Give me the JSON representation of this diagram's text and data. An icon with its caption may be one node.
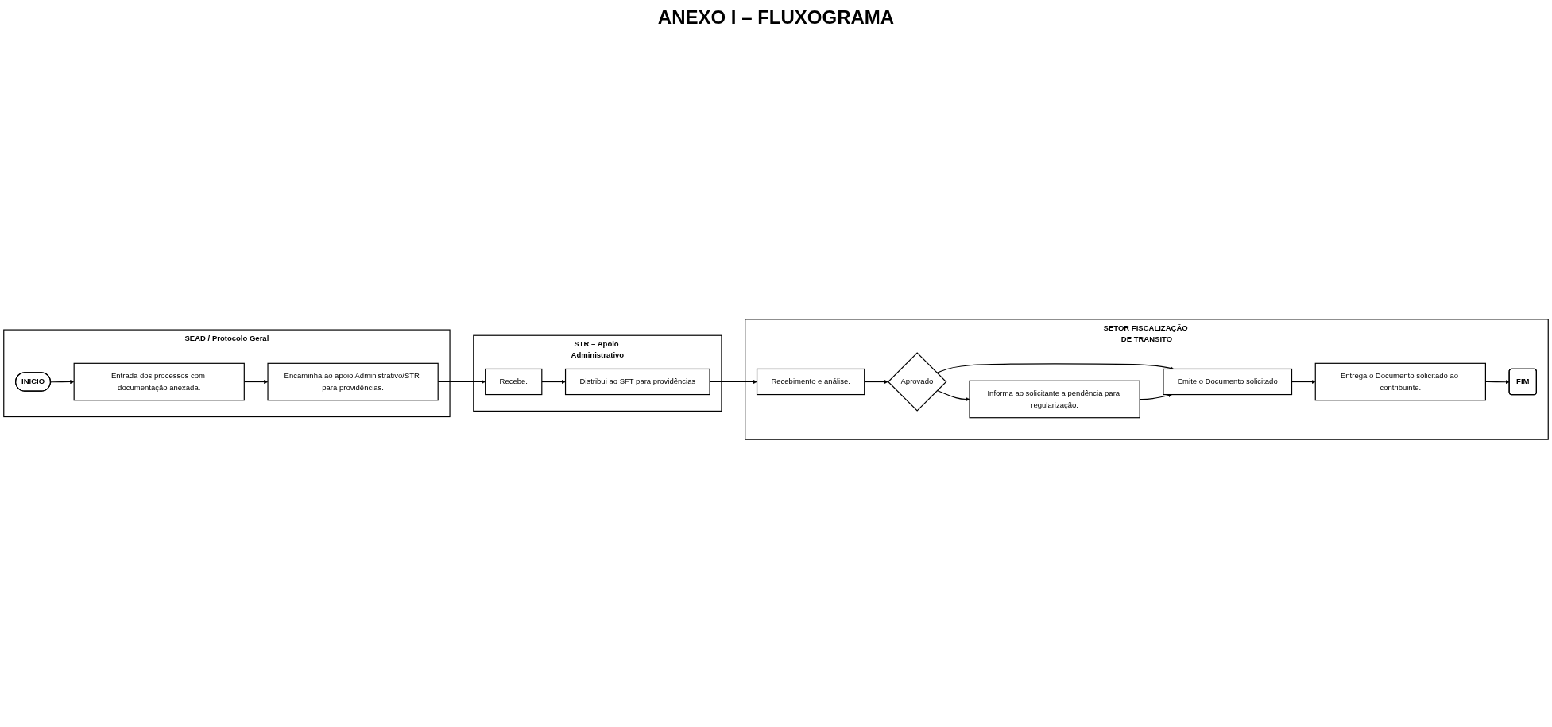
{
  "diagram": {
    "title": "ANEXO I – FLUXOGRAMA",
    "nodes": [
      {
        "text": [
          "SEAD / Protocolo Geral"
        ]
      },
      {
        "text": [
          "INICIO"
        ],
        "in": 0
      },
      {
        "text": [
          "Entrada dos processos com documentação anexada."
        ],
        "in": 0
      },
      {
        "text": [
          "Encaminha ao apoio Administrativo/STR para providências."
        ],
        "in": 0
      },
      {
        "text": [
          "STR – Apoio Administrativo"
        ]
      },
      {
        "text": [
          "Recebe."
        ],
        "in": 4
      },
      {
        "text": [
          "Distribui ao SFT para providências"
        ],
        "in": 4
      },
      {
        "text": [
          "SETOR FISCALIZAÇÃO DE TRANSITO"
        ]
      },
      {
        "text": [
          "Recebimento e análise."
        ],
        "in": 7
      },
      {
        "text": [
          "Aprovado"
        ],
        "in": 7
      },
      {
        "text": [
          "Emite o Documento solicitado"
        ],
        "in": 7
      },
      {
        "text": [
          "Informa ao solicitante a pendência para regularização."
        ],
        "in": 7
      },
      {
        "text": [
          "Entrega o Documento solicitado ao contribuinte."
        ],
        "in": 7
      },
      {
        "text": [
          "FIM"
        ],
        "in": 7
      }
    ],
    "edges": [
      {
        "from": 1,
        "to": 2,
        "arrow": "to"
      },
      {
        "from": 2,
        "to": 3,
        "arrow": "to"
      },
      {
        "from": 3,
        "to": 5,
        "arrow": "to"
      },
      {
        "from": 5,
        "to": 6,
        "arrow": "to"
      },
      {
        "from": 6,
        "to": 8,
        "arrow": "to"
      },
      {
        "from": 8,
        "to": 9,
        "arrow": "to"
      },
      {
        "from": 9,
        "to": 10,
        "arrow": "to"
      },
      {
        "from": 9,
        "to": 11,
        "arrow": "to"
      },
      {
        "from": 11,
        "to": 10,
        "arrow": "to"
      },
      {
        "from": 10,
        "to": 12,
        "arrow": "to"
      },
      {
        "from": 12,
        "to": 13,
        "arrow": "to"
      }
    ]
  }
}
